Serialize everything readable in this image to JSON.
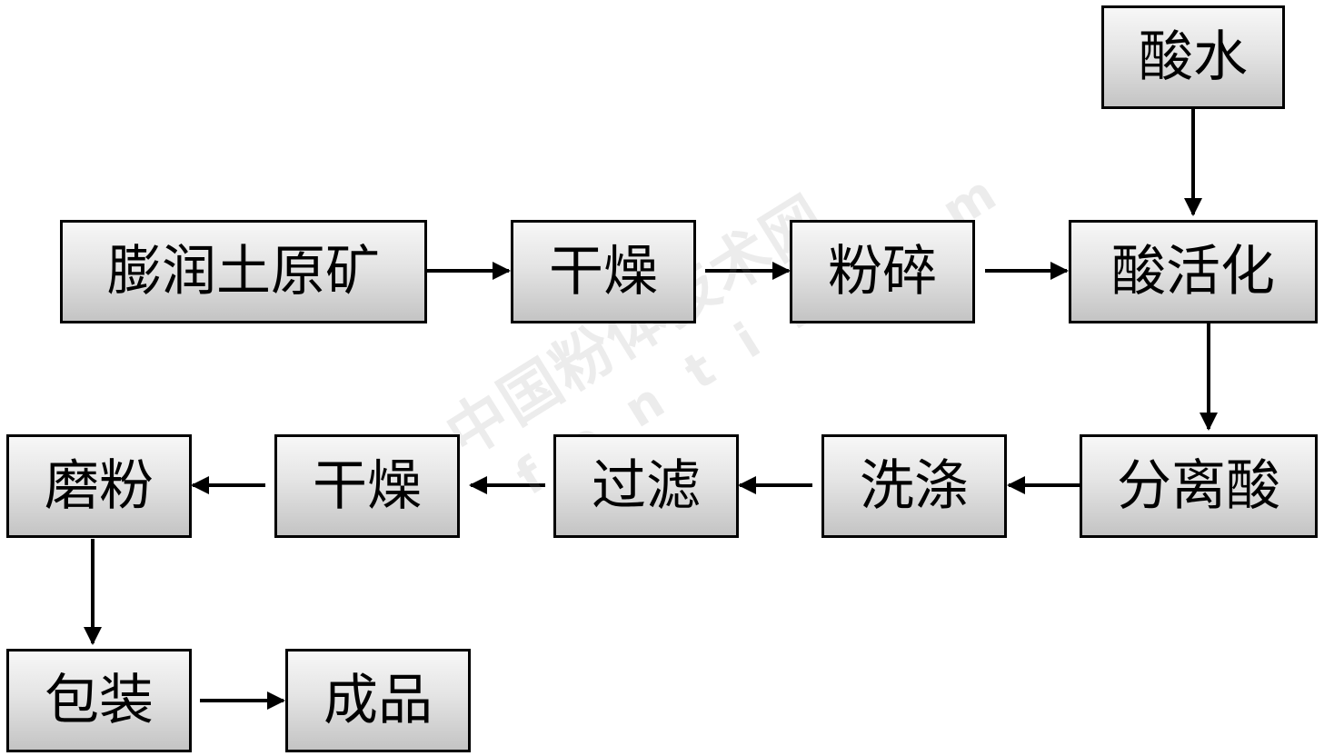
{
  "nodes": {
    "suanshui": "酸水",
    "yuankuang": "膨润土原矿",
    "ganzao1": "干燥",
    "fensui": "粉碎",
    "suanhuohua": "酸活化",
    "fenlisuan": "分离酸",
    "xidi": "洗涤",
    "guolv": "过滤",
    "ganzao2": "干燥",
    "mofen": "磨粉",
    "baozhuang": "包装",
    "chengpin": "成品"
  },
  "watermark": {
    "main": "中国粉体技术网",
    "sub": "fenti.com"
  },
  "colors": {
    "box_border": "#000000",
    "box_fill_top": "#f7f7f7",
    "box_fill_bottom": "#c4c4c4",
    "arrow": "#000000"
  }
}
